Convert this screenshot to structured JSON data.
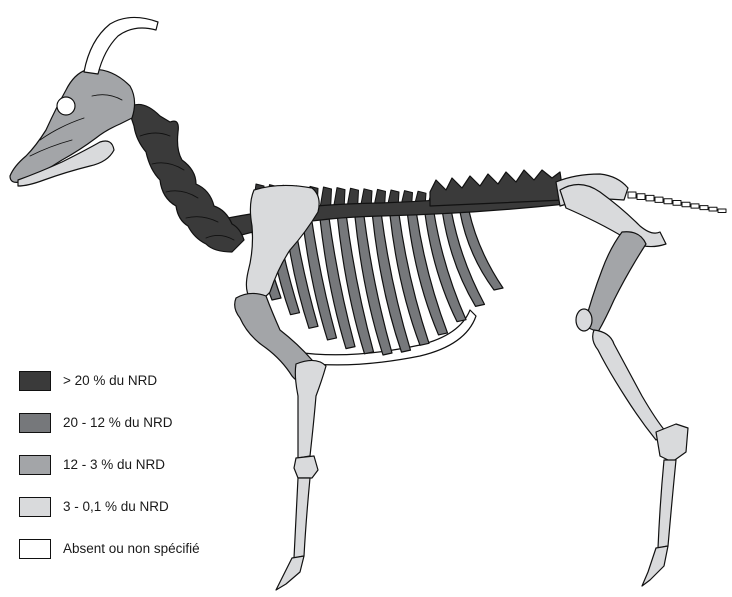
{
  "legend": {
    "items": [
      {
        "label": "> 20 % du NRD",
        "color": "#3a3a3a"
      },
      {
        "label": "20 - 12 % du NRD",
        "color": "#76787b"
      },
      {
        "label": "12 - 3 % du NRD",
        "color": "#a3a5a8"
      },
      {
        "label": "3 - 0,1 % du NRD",
        "color": "#d9dadc"
      },
      {
        "label": "Absent ou non spécifié",
        "color": "#ffffff"
      }
    ]
  },
  "skeleton": {
    "skull": "#a3a5a8",
    "horn": "#ffffff",
    "mandible": "#d9dadc",
    "cervical_vertebrae": "#3a3a3a",
    "thoracic_vertebrae": "#3a3a3a",
    "lumbar_vertebrae": "#3a3a3a",
    "sacrum": "#d9dadc",
    "caudal_vertebrae": "#ffffff",
    "ribs": "#76787b",
    "sternum": "#ffffff",
    "scapula": "#d9dadc",
    "humerus": "#a3a5a8",
    "radius_ulna": "#d9dadc",
    "carpals": "#d9dadc",
    "metacarpal": "#d9dadc",
    "front_phalanges": "#d9dadc",
    "pelvis": "#d9dadc",
    "femur": "#a3a5a8",
    "patella": "#d9dadc",
    "tibia": "#d9dadc",
    "tarsals": "#d9dadc",
    "metatarsal": "#d9dadc",
    "hind_phalanges": "#d9dadc",
    "outline": "#111111"
  }
}
